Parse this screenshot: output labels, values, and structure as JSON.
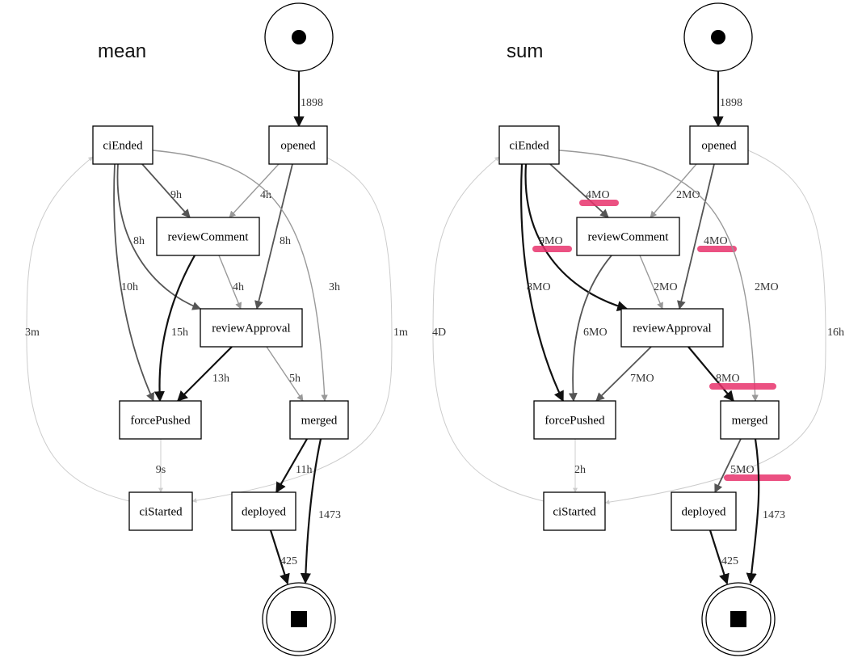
{
  "colors": {
    "highlight": "#e8336d",
    "edge_strong": "#111111",
    "edge_mid": "#555555",
    "edge_light": "#999999",
    "edge_faint": "#cccccc"
  },
  "panels": [
    {
      "title": "mean",
      "nodes": {
        "start": "start-icon",
        "opened": "opened",
        "ciEnded": "ciEnded",
        "reviewComment": "reviewComment",
        "reviewApproval": "reviewApproval",
        "forcePushed": "forcePushed",
        "merged": "merged",
        "ciStarted": "ciStarted",
        "deployed": "deployed",
        "end": "end-icon"
      },
      "edges": [
        {
          "id": "start-opened",
          "label": "1898",
          "shade": "strong"
        },
        {
          "id": "opened-reviewComment",
          "label": "4h",
          "shade": "light"
        },
        {
          "id": "opened-reviewApproval",
          "label": "8h",
          "shade": "mid"
        },
        {
          "id": "ciEnded-reviewComment",
          "label": "9h",
          "shade": "mid"
        },
        {
          "id": "ciEnded-reviewApproval",
          "label": "8h",
          "shade": "mid"
        },
        {
          "id": "ciEnded-forcePushed",
          "label": "10h",
          "shade": "mid"
        },
        {
          "id": "ciEnded-merged",
          "label": "3h",
          "shade": "light"
        },
        {
          "id": "reviewComment-reviewApproval",
          "label": "4h",
          "shade": "light"
        },
        {
          "id": "reviewComment-forcePushed",
          "label": "15h",
          "shade": "strong"
        },
        {
          "id": "reviewApproval-forcePushed",
          "label": "13h",
          "shade": "strong"
        },
        {
          "id": "reviewApproval-merged",
          "label": "5h",
          "shade": "light"
        },
        {
          "id": "forcePushed-ciStarted",
          "label": "9s",
          "shade": "faint"
        },
        {
          "id": "ciStarted-ciEnded",
          "label": "3m",
          "shade": "faint"
        },
        {
          "id": "opened-ciStarted",
          "label": "1m",
          "shade": "faint"
        },
        {
          "id": "merged-deployed",
          "label": "11h",
          "shade": "strong"
        },
        {
          "id": "merged-end",
          "label": "1473",
          "shade": "strong"
        },
        {
          "id": "deployed-end",
          "label": "425",
          "shade": "strong"
        }
      ],
      "highlighted": []
    },
    {
      "title": "sum",
      "nodes": {
        "start": "start-icon",
        "opened": "opened",
        "ciEnded": "ciEnded",
        "reviewComment": "reviewComment",
        "reviewApproval": "reviewApproval",
        "forcePushed": "forcePushed",
        "merged": "merged",
        "ciStarted": "ciStarted",
        "deployed": "deployed",
        "end": "end-icon"
      },
      "edges": [
        {
          "id": "start-opened",
          "label": "1898",
          "shade": "strong"
        },
        {
          "id": "opened-reviewComment",
          "label": "2MO",
          "shade": "light"
        },
        {
          "id": "opened-reviewApproval",
          "label": "4MO",
          "shade": "mid"
        },
        {
          "id": "ciEnded-reviewComment",
          "label": "4MO",
          "shade": "mid"
        },
        {
          "id": "ciEnded-reviewApproval",
          "label": "9MO",
          "shade": "strong"
        },
        {
          "id": "ciEnded-forcePushed",
          "label": "8MO",
          "shade": "strong"
        },
        {
          "id": "ciEnded-merged",
          "label": "2MO",
          "shade": "light"
        },
        {
          "id": "reviewComment-reviewApproval",
          "label": "2MO",
          "shade": "light"
        },
        {
          "id": "reviewComment-forcePushed",
          "label": "6MO",
          "shade": "mid"
        },
        {
          "id": "reviewApproval-forcePushed",
          "label": "7MO",
          "shade": "mid"
        },
        {
          "id": "reviewApproval-merged",
          "label": "8MO",
          "shade": "strong"
        },
        {
          "id": "forcePushed-ciStarted",
          "label": "2h",
          "shade": "faint"
        },
        {
          "id": "ciStarted-ciEnded",
          "label": "4D",
          "shade": "faint"
        },
        {
          "id": "opened-ciStarted",
          "label": "16h",
          "shade": "faint"
        },
        {
          "id": "merged-deployed",
          "label": "5MO",
          "shade": "mid"
        },
        {
          "id": "merged-end",
          "label": "1473",
          "shade": "strong"
        },
        {
          "id": "deployed-end",
          "label": "425",
          "shade": "strong"
        }
      ],
      "highlighted": [
        "ciEnded-reviewComment",
        "ciEnded-reviewApproval",
        "opened-reviewApproval",
        "reviewApproval-merged",
        "merged-deployed"
      ]
    }
  ]
}
